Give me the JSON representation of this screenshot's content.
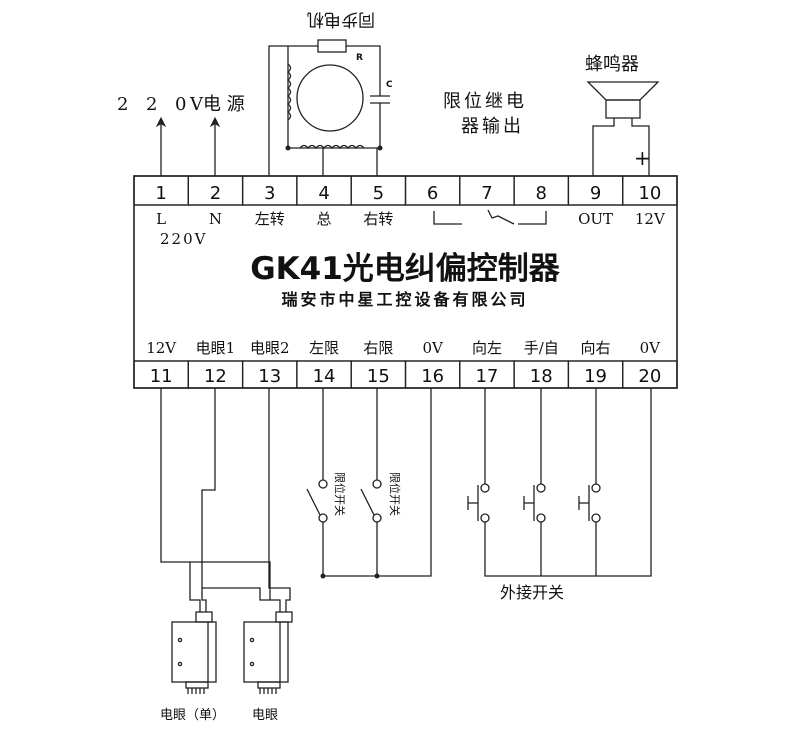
{
  "motor_label": "同步电机",
  "resistor_label": "R",
  "capacitor_label": "C",
  "power_digits": [
    "2",
    "2",
    "0"
  ],
  "power_rest": "V电 源",
  "limit_relay_label": [
    "限位继电",
    "器输出"
  ],
  "buzzer_label": "蜂鸣器",
  "buzzer_plus": "+",
  "top_terminals": [
    {
      "num": "1",
      "label": "L"
    },
    {
      "num": "2",
      "label": "N"
    },
    {
      "num": "3",
      "label": "左转"
    },
    {
      "num": "4",
      "label": "总"
    },
    {
      "num": "5",
      "label": "右转"
    },
    {
      "num": "6",
      "label": ""
    },
    {
      "num": "7",
      "label": ""
    },
    {
      "num": "8",
      "label": ""
    },
    {
      "num": "9",
      "label": "OUT"
    },
    {
      "num": "10",
      "label": "12V"
    }
  ],
  "voltage_note": "220V",
  "title": "GK41光电纠偏控制器",
  "manufacturer": "瑞安市中星工控设备有限公司",
  "bottom_terminals": [
    {
      "num": "11",
      "label": "12V"
    },
    {
      "num": "12",
      "label": "电眼1"
    },
    {
      "num": "13",
      "label": "电眼2"
    },
    {
      "num": "14",
      "label": "左限"
    },
    {
      "num": "15",
      "label": "右限"
    },
    {
      "num": "16",
      "label": "0V"
    },
    {
      "num": "17",
      "label": "向左"
    },
    {
      "num": "18",
      "label": "手/自"
    },
    {
      "num": "19",
      "label": "向右"
    },
    {
      "num": "20",
      "label": "0V"
    }
  ],
  "limit_switch_label": "限位开关",
  "external_switch_label": "外接开关",
  "sensor_labels": [
    "电眼（单）",
    "电眼"
  ]
}
